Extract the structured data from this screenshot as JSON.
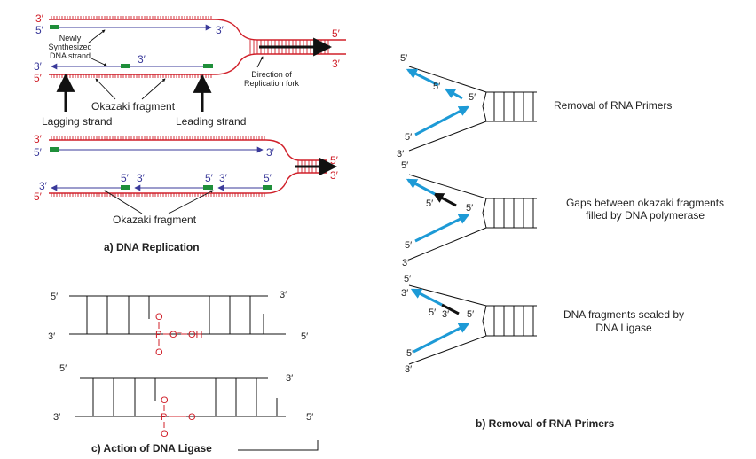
{
  "panel_a": {
    "caption": "a) DNA Replication",
    "newly_line1": "Newly",
    "newly_line2": "Synthesized",
    "newly_line3": "DNA strand",
    "okazaki_top": "Okazaki fragment",
    "okazaki_bottom": "Okazaki fragment",
    "lagging": "Lagging strand",
    "leading": "Leading strand",
    "direction_line1": "Direction of",
    "direction_line2": "Replication fork",
    "end3": "3′",
    "end5": "5′"
  },
  "panel_b": {
    "caption": "b) Removal of RNA Primers",
    "step1": "Removal of RNA Primers",
    "step2_line1": "Gaps between okazaki fragments",
    "step2_line2": "filled by DNA polymerase",
    "step3_line1": "DNA fragments sealed by",
    "step3_line2": "DNA Ligase",
    "end3": "3′",
    "end5": "5′"
  },
  "panel_c": {
    "caption": "c) Action of DNA Ligase",
    "end3": "3′",
    "end5": "5′",
    "o": "O",
    "p": "P",
    "o_dash": "O⁻",
    "oh": "OH",
    "dash_o": "–O"
  },
  "colors": {
    "red": "#d0202a",
    "blue": "#3a3a9a",
    "cyan": "#1d9ad6",
    "green": "#1f8f3a",
    "black": "#111111"
  }
}
